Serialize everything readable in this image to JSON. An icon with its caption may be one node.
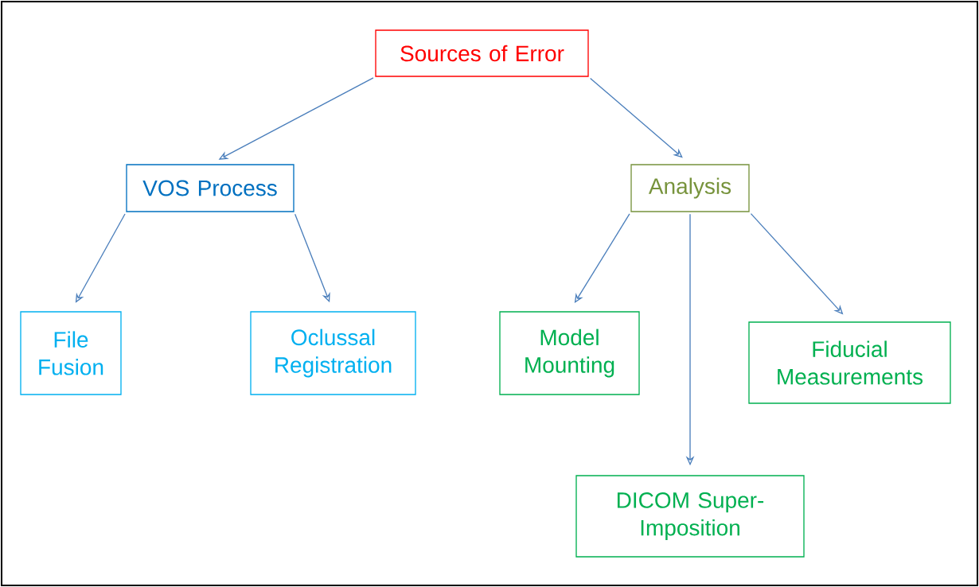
{
  "diagram": {
    "nodes": [
      {
        "text": [
          "Sources of Error"
        ]
      },
      {
        "text": [
          "VOS Process"
        ]
      },
      {
        "text": [
          "Analysis"
        ]
      },
      {
        "text": [
          "File Fusion"
        ]
      },
      {
        "text": [
          "Oclussal Registration"
        ]
      },
      {
        "text": [
          "Model Mounting"
        ]
      },
      {
        "text": [
          "Fiducial Measurements"
        ]
      },
      {
        "text": [
          "DICOM Super-Imposition"
        ]
      }
    ],
    "edges": [
      {
        "from": 0,
        "to": 1,
        "arrow": "to"
      },
      {
        "from": 0,
        "to": 2,
        "arrow": "to"
      },
      {
        "from": 1,
        "to": 3,
        "arrow": "to"
      },
      {
        "from": 1,
        "to": 4,
        "arrow": "to"
      },
      {
        "from": 2,
        "to": 5,
        "arrow": "to"
      },
      {
        "from": 2,
        "to": 7,
        "arrow": "to"
      },
      {
        "from": 2,
        "to": 6,
        "arrow": "to"
      }
    ]
  }
}
